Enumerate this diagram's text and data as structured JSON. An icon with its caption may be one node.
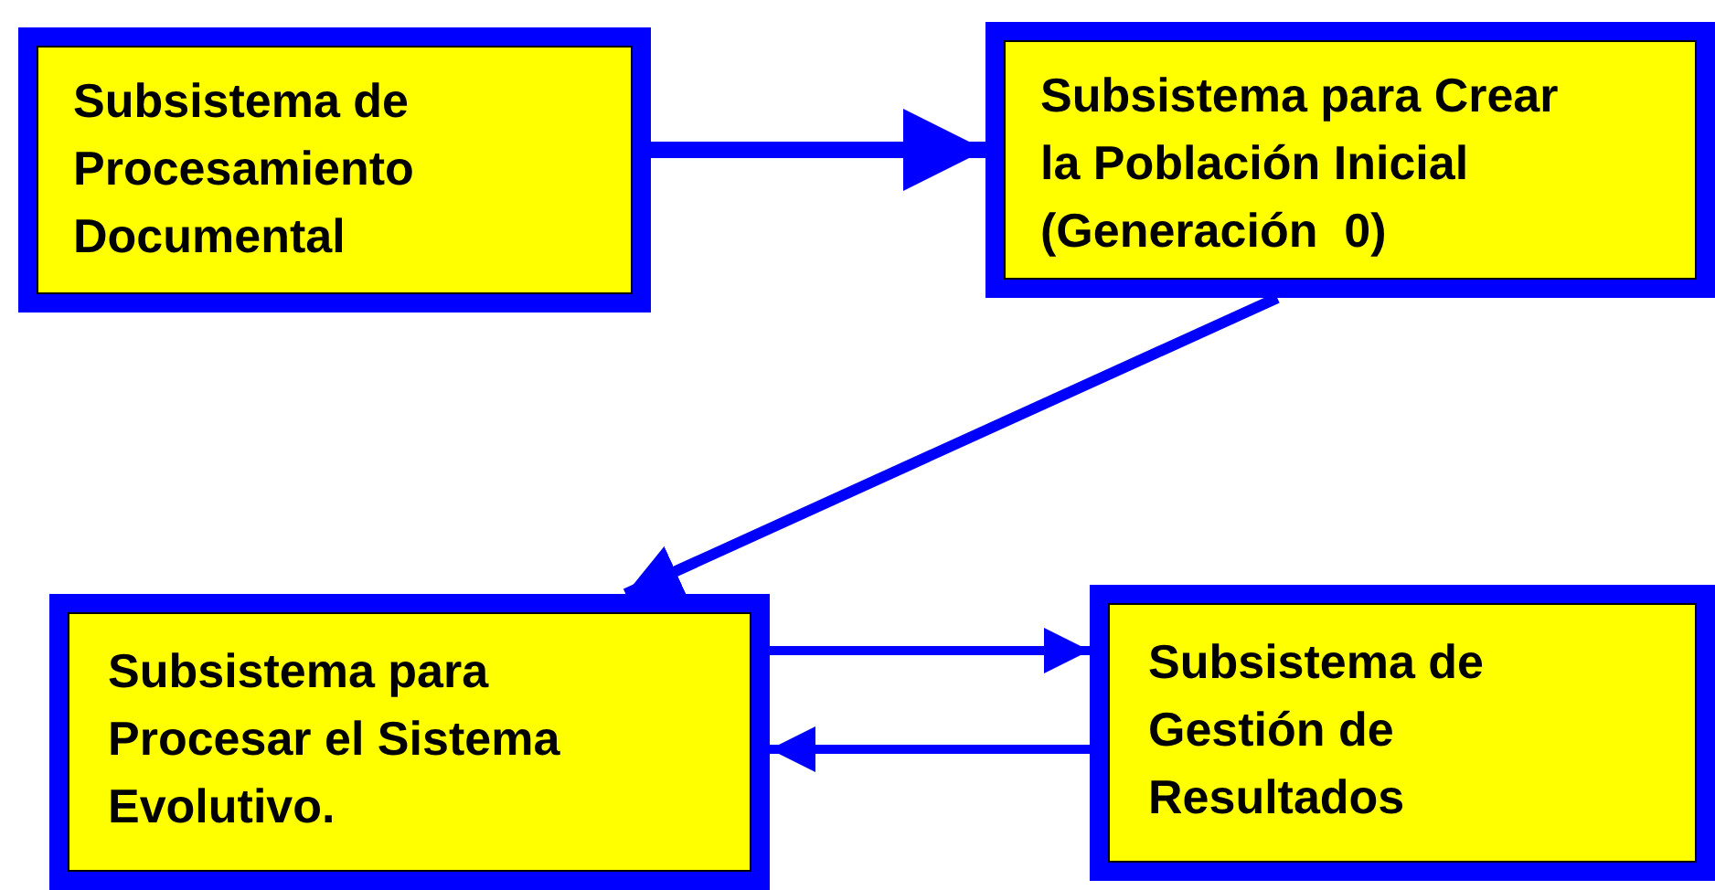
{
  "diagram": {
    "nodes": [
      {
        "text": [
          "Subsistema de Procesamiento Documental"
        ]
      },
      {
        "text": [
          "Subsistema para Crear la Población Inicial (Generación  0)"
        ]
      },
      {
        "text": [
          "Subsistema para Procesar el Sistema Evolutivo."
        ]
      },
      {
        "text": [
          "Subsistema de Gestión de Resultados"
        ]
      }
    ],
    "edges": [
      {
        "from": 0,
        "to": 1,
        "arrow": "to",
        "style": "thick"
      },
      {
        "from": 1,
        "to": 2,
        "arrow": "to"
      },
      {
        "from": 2,
        "to": 3,
        "arrow": "to"
      },
      {
        "from": 3,
        "to": 2,
        "arrow": "to"
      }
    ]
  }
}
